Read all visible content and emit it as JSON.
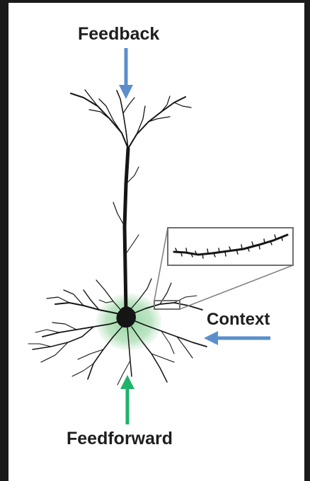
{
  "labels": {
    "feedback": "Feedback",
    "context": "Context",
    "feedforward": "Feedforward"
  },
  "colors": {
    "feedback_arrow": "#5b8fcb",
    "context_arrow": "#5b8fcb",
    "feedforward_arrow": "#1fb36a",
    "soma_glow": "#a9dcb0",
    "neuron": "#151515",
    "inset_border": "#6f6f6f"
  },
  "icons": {
    "feedback_arrow": "arrow-down-icon",
    "context_arrow": "arrow-left-icon",
    "feedforward_arrow": "arrow-up-icon"
  }
}
